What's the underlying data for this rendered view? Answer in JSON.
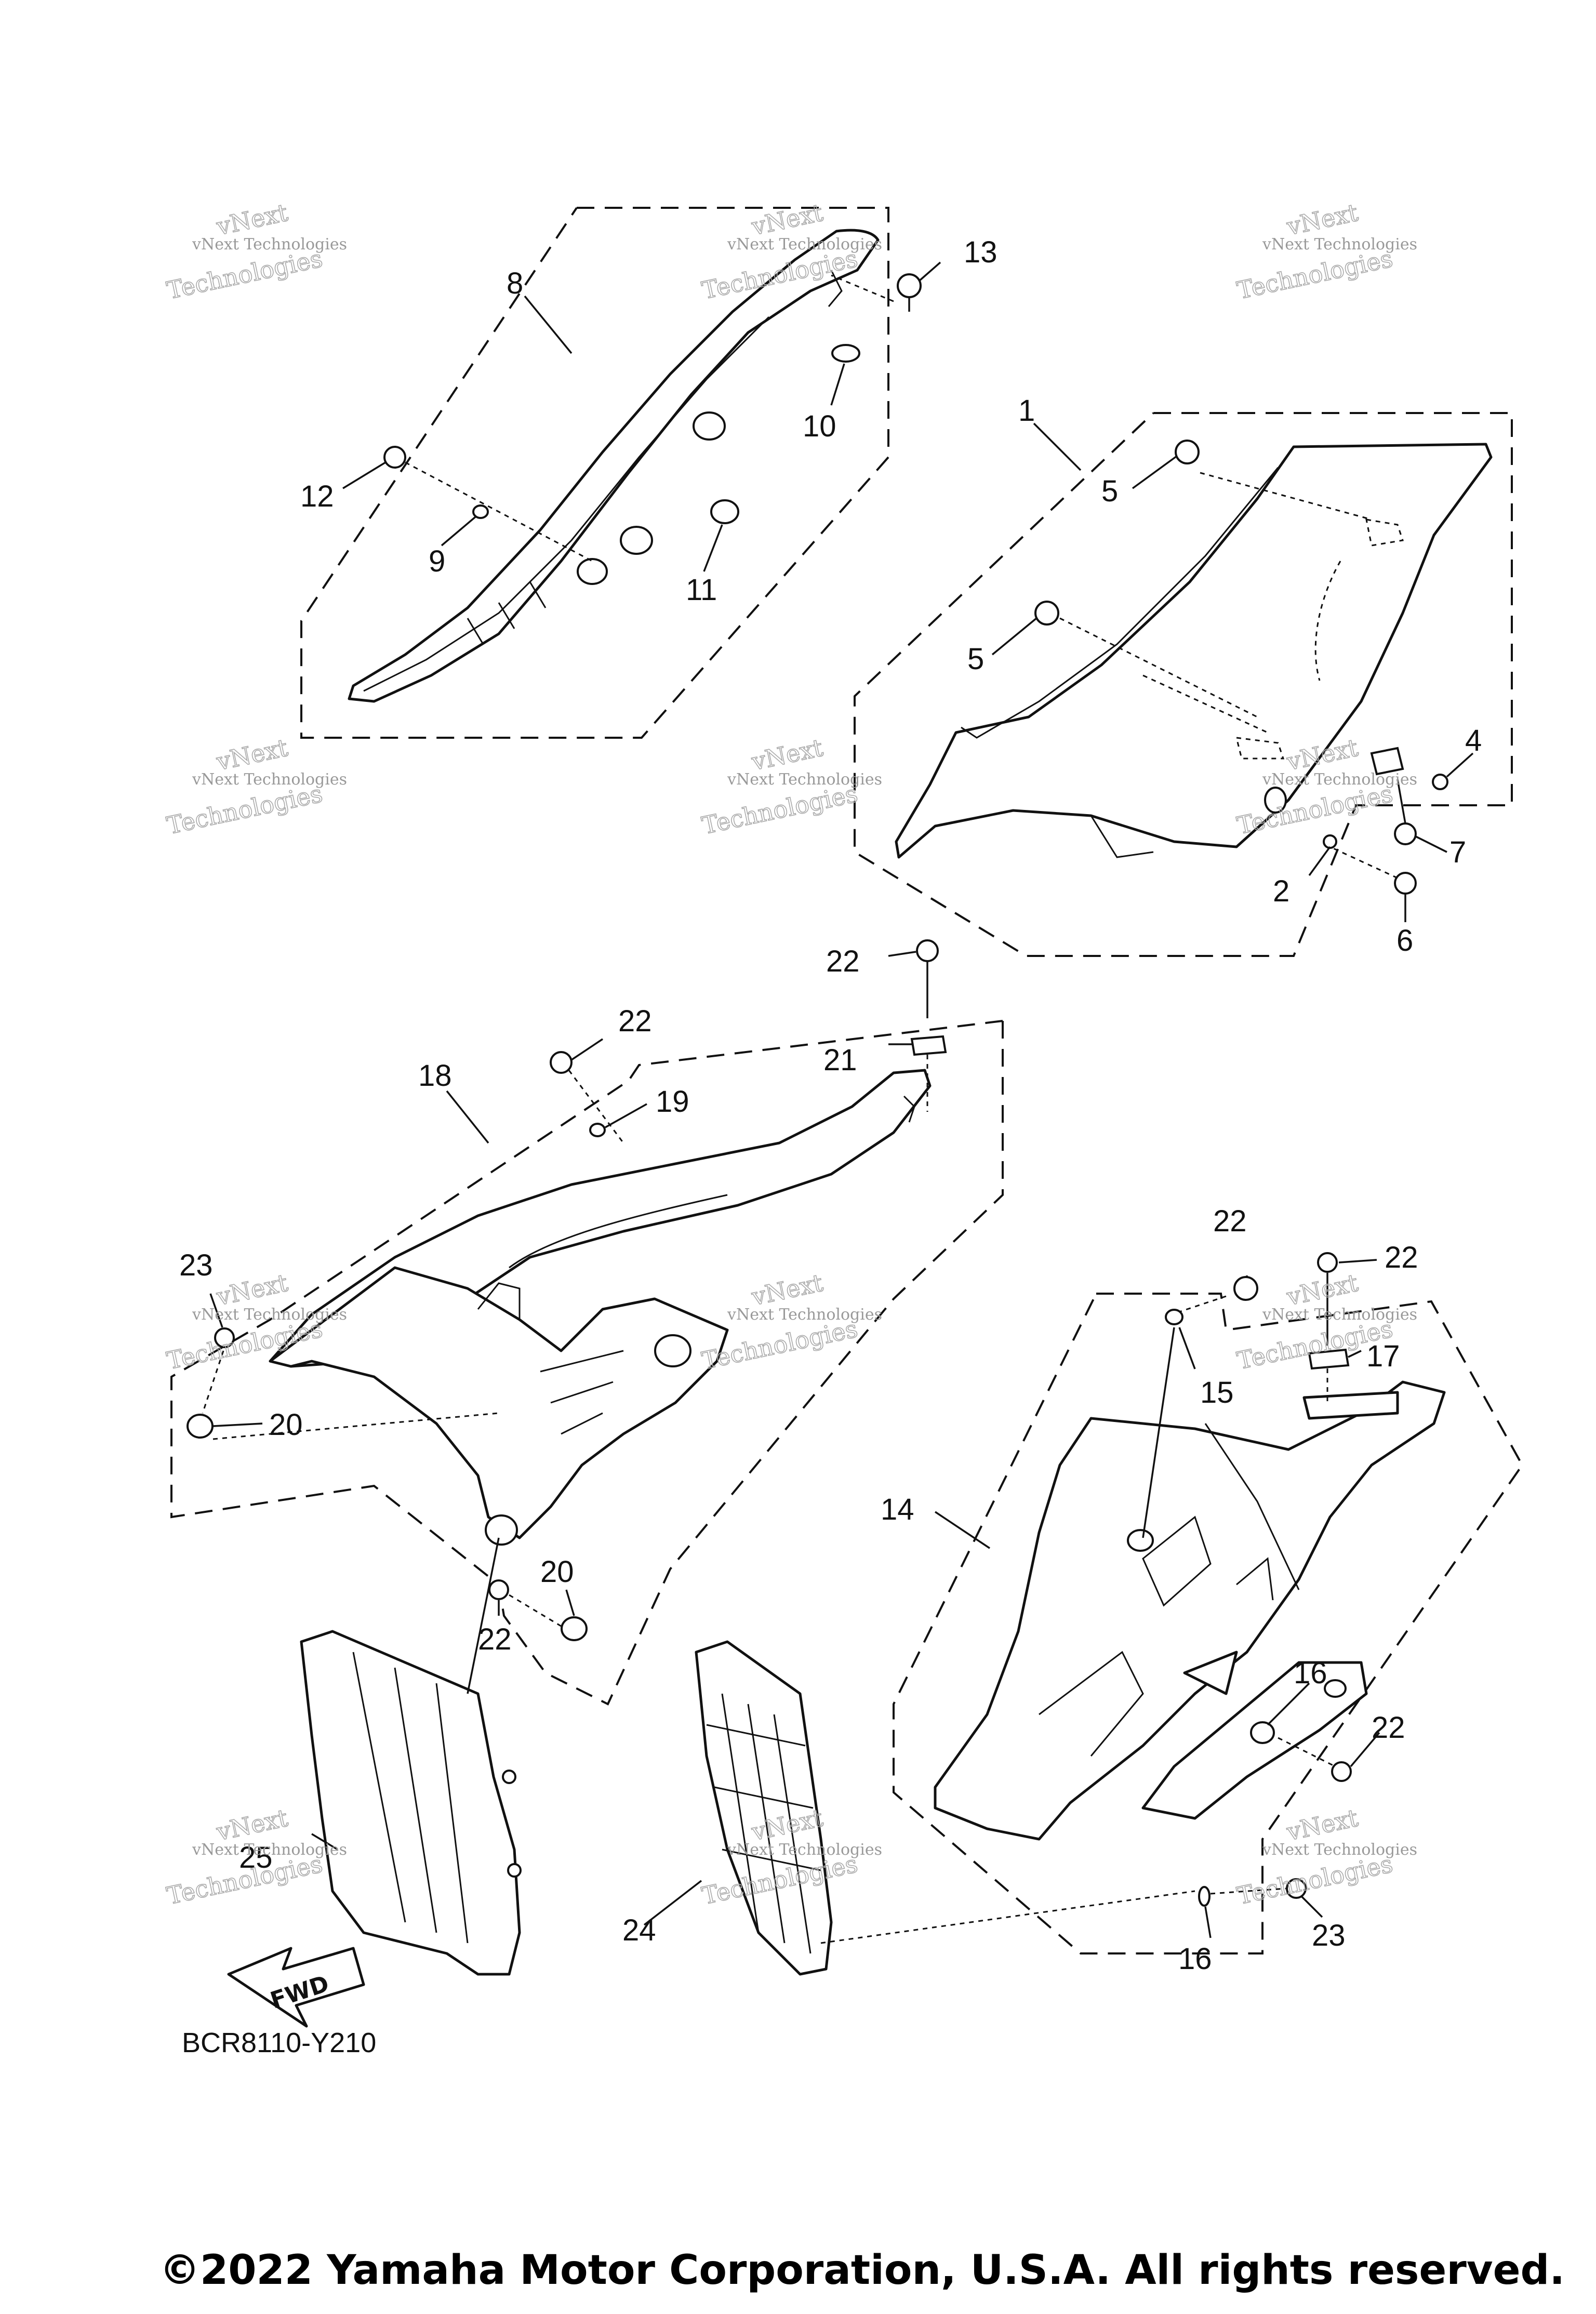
{
  "callouts": [
    {
      "id": "c1",
      "text": "1"
    },
    {
      "id": "c2",
      "text": "2"
    },
    {
      "id": "c4",
      "text": "4"
    },
    {
      "id": "c5a",
      "text": "5"
    },
    {
      "id": "c5b",
      "text": "5"
    },
    {
      "id": "c6",
      "text": "6"
    },
    {
      "id": "c7",
      "text": "7"
    },
    {
      "id": "c8",
      "text": "8"
    },
    {
      "id": "c9",
      "text": "9"
    },
    {
      "id": "c10",
      "text": "10"
    },
    {
      "id": "c11",
      "text": "11"
    },
    {
      "id": "c12",
      "text": "12"
    },
    {
      "id": "c13",
      "text": "13"
    },
    {
      "id": "c14",
      "text": "14"
    },
    {
      "id": "c15",
      "text": "15"
    },
    {
      "id": "c16a",
      "text": "16"
    },
    {
      "id": "c16b",
      "text": "16"
    },
    {
      "id": "c17",
      "text": "17"
    },
    {
      "id": "c18",
      "text": "18"
    },
    {
      "id": "c19",
      "text": "19"
    },
    {
      "id": "c20a",
      "text": "20"
    },
    {
      "id": "c20b",
      "text": "20"
    },
    {
      "id": "c21",
      "text": "21"
    },
    {
      "id": "c22a",
      "text": "22"
    },
    {
      "id": "c22b",
      "text": "22"
    },
    {
      "id": "c22c",
      "text": "22"
    },
    {
      "id": "c22d",
      "text": "22"
    },
    {
      "id": "c22e",
      "text": "22"
    },
    {
      "id": "c22f",
      "text": "22"
    },
    {
      "id": "c23a",
      "text": "23"
    },
    {
      "id": "c23b",
      "text": "23"
    },
    {
      "id": "c24",
      "text": "24"
    },
    {
      "id": "c25",
      "text": "25"
    }
  ],
  "diagram_code": "BCR8110-Y210",
  "fwd_label": "FWD",
  "watermark": {
    "line1": "vNext Technologies",
    "line2": "Technologies",
    "line3": "vNext"
  },
  "copyright": "©2022 Yamaha Motor Corporation, U.S.A. All rights reserved.",
  "colors": {
    "ink": "#111111",
    "watermark": "#999999",
    "background": "#ffffff"
  }
}
